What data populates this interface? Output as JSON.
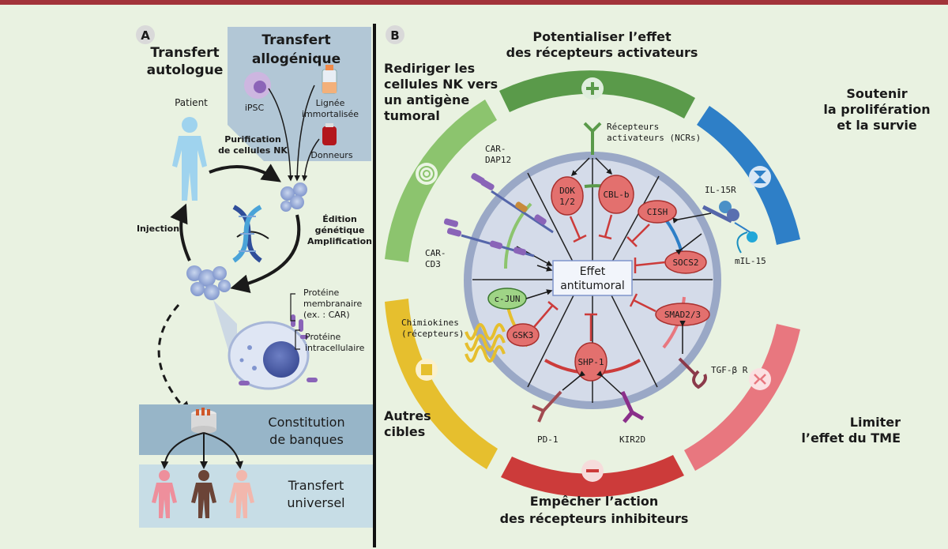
{
  "panel_a": {
    "letter": "A",
    "autologous": [
      "Transfert",
      "autologue"
    ],
    "allogeneic": [
      "Transfert",
      "allogénique"
    ],
    "patient": "Patient",
    "ipsc": "iPSC",
    "cell_line": [
      "Lignée",
      "immortalisée"
    ],
    "donors": "Donneurs",
    "purification": [
      "Purification",
      "de cellules NK"
    ],
    "editing": [
      "Édition",
      "génétique",
      "Amplification"
    ],
    "injection": "Injection",
    "membrane_protein": [
      "Protéine",
      "membranaire",
      "(ex. : CAR)"
    ],
    "intracellular_protein": [
      "Protéine",
      "intracellulaire"
    ],
    "banks": [
      "Constitution",
      "de banques"
    ],
    "universal": [
      "Transfert",
      "universel"
    ]
  },
  "panel_b": {
    "letter": "B",
    "top": [
      "Potentialiser l’effet",
      "des récepteurs activateurs"
    ],
    "top_left": [
      "Rediriger les",
      "cellules NK vers",
      "un antigène",
      "tumoral"
    ],
    "top_right": [
      "Soutenir",
      "la prolifération",
      "et la survie"
    ],
    "bottom_left": [
      "Autres",
      "cibles"
    ],
    "bottom_right": [
      "Limiter",
      "l’effet du TME"
    ],
    "bottom": [
      "Empêcher l’action",
      "des récepteurs inhibiteurs"
    ],
    "center": [
      "Effet",
      "antitumoral"
    ],
    "receptors": [
      "Récepteurs",
      "activateurs (NCRs)"
    ],
    "car_dap12": [
      "CAR-",
      "DAP12"
    ],
    "car_cd3": [
      "CAR-",
      "CD3"
    ],
    "il15r": "IL-15R",
    "mil15": "mIL-15",
    "tgfbr": "TGF-β R",
    "chemokines": [
      "Chimiokines",
      "(récepteurs)"
    ],
    "pd1": "PD-1",
    "kir2d": "KIR2D",
    "nodes": {
      "dok": [
        "DOK",
        "1/2"
      ],
      "cblb": "CBL-b",
      "cish": "CISH",
      "socs2": "SOCS2",
      "smad": "SMAD2/3",
      "shp1": "SHP-1",
      "gsk3": "GSK3",
      "cjun": "c-JUN"
    },
    "colors": {
      "green_dark": "#5a9a4a",
      "green_light": "#8cc46e",
      "blue": "#2e7fc7",
      "pink": "#e8777f",
      "red": "#cc3b3a",
      "yellow": "#e6bf2e"
    }
  }
}
